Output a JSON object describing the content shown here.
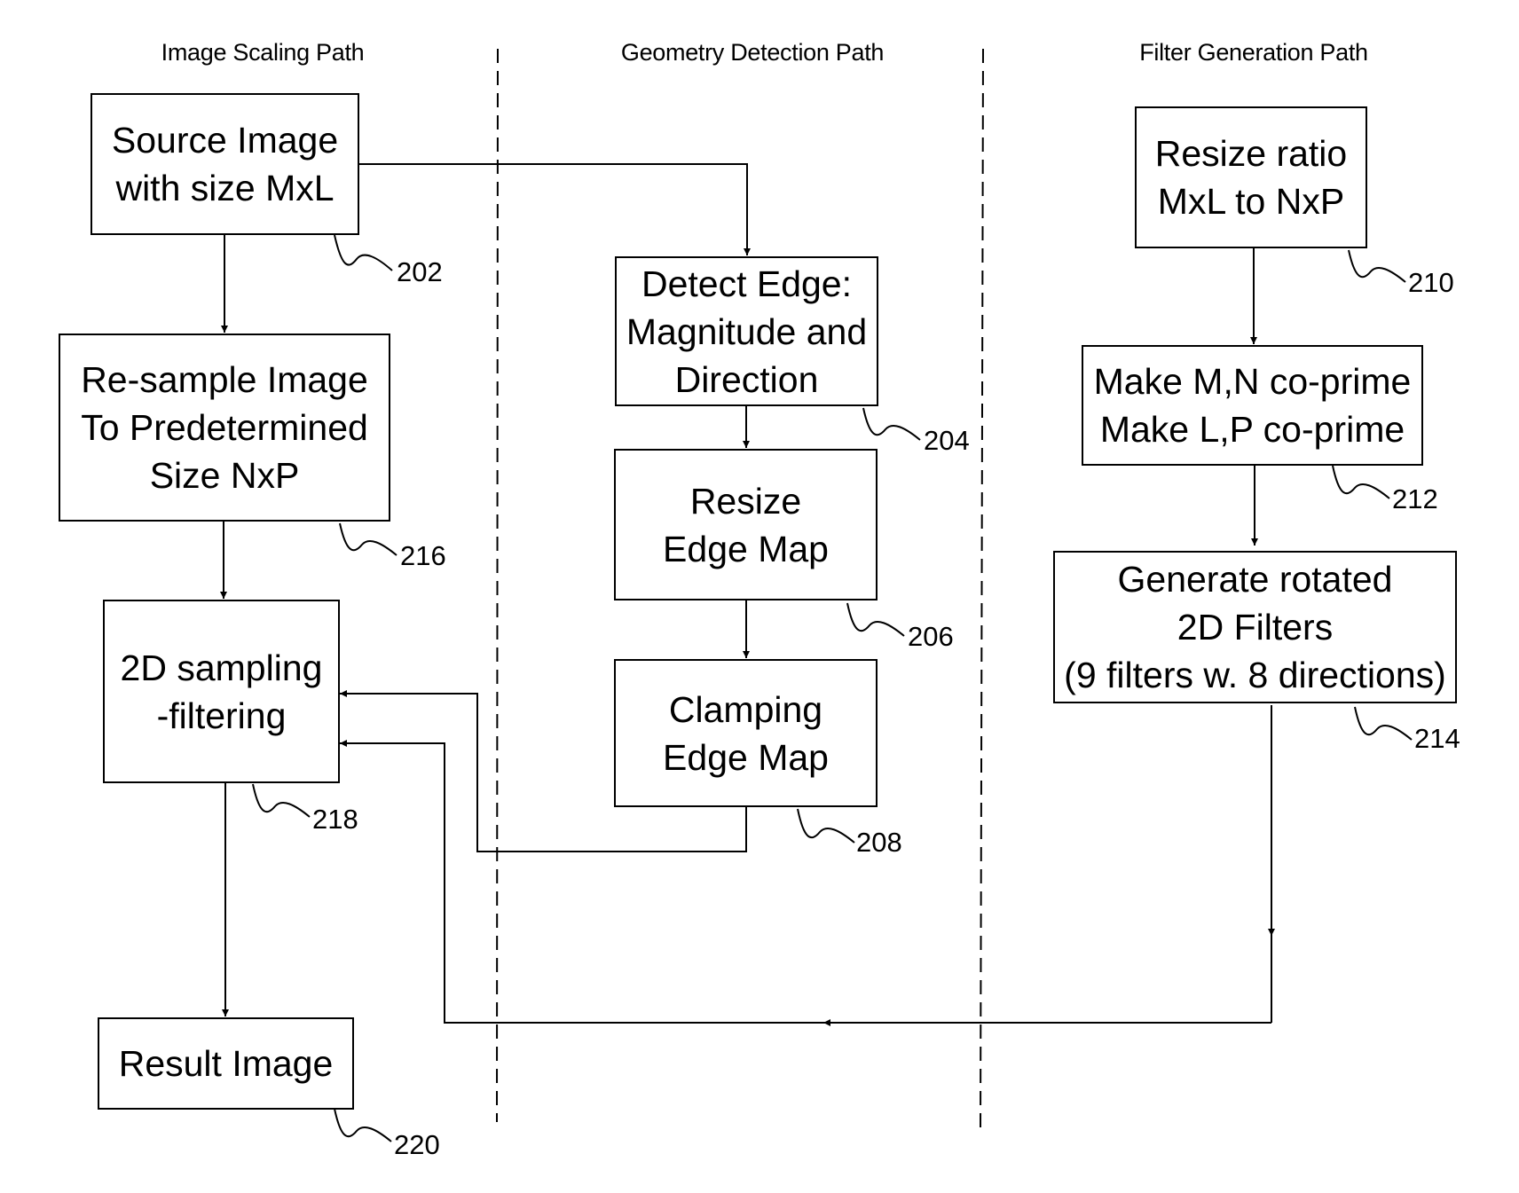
{
  "lanes": {
    "image_scaling": "Image Scaling Path",
    "geometry_detection": "Geometry Detection Path",
    "filter_generation": "Filter Generation Path"
  },
  "boxes": {
    "source_image": "Source Image\nwith size MxL",
    "resample_image": "Re-sample Image\nTo Predetermined\nSize NxP",
    "sampling_filtering": "2D sampling\n-filtering",
    "result_image": "Result Image",
    "detect_edge": "Detect Edge:\nMagnitude and\nDirection",
    "resize_edge_map": "Resize\nEdge Map",
    "clamping_edge_map": "Clamping\nEdge Map",
    "resize_ratio": "Resize ratio\nMxL to NxP",
    "make_coprime": "Make M,N co-prime\nMake L,P co-prime",
    "generate_filters": "Generate rotated\n2D Filters\n(9 filters w. 8 directions)"
  },
  "refs": {
    "source_image": "202",
    "detect_edge": "204",
    "resize_edge_map": "206",
    "clamping_edge_map": "208",
    "resize_ratio": "210",
    "make_coprime": "212",
    "generate_filters": "214",
    "resample_image": "216",
    "sampling_filtering": "218",
    "result_image": "220"
  }
}
